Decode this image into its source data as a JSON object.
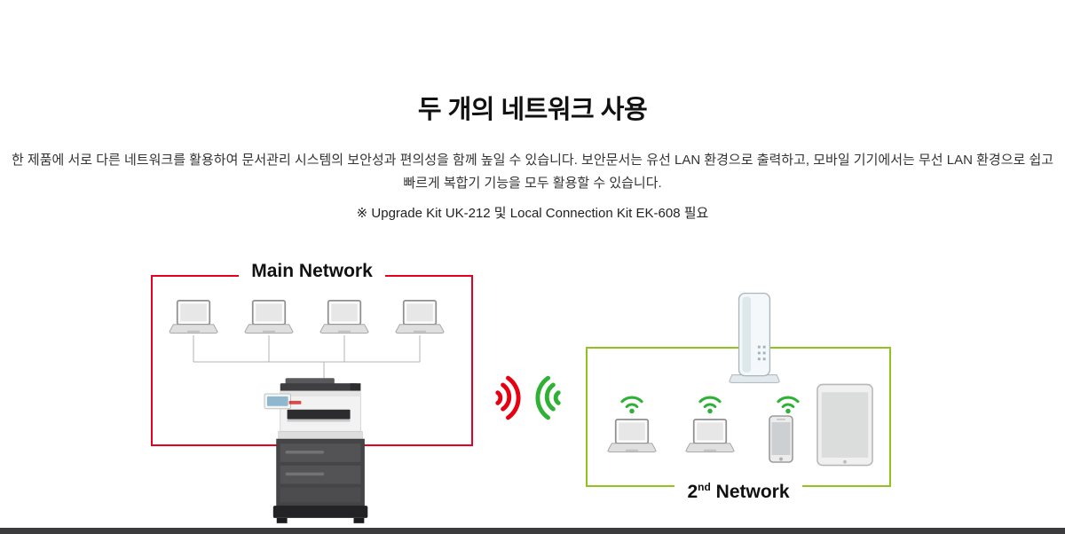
{
  "page": {
    "title": "두 개의 네트워크 사용",
    "description": "한 제품에 서로 다른 네트워크를 활용하여 문서관리 시스템의 보안성과 편의성을 함께 높일 수 있습니다. 보안문서는 유선 LAN 환경으로 출력하고, 모바일 기기에서는 무선 LAN 환경으로 쉽고 빠르게 복합기 기능을 모두 활용할 수 있습니다.",
    "note": "※ Upgrade Kit UK-212 및 Local Connection Kit EK-608 필요"
  },
  "diagram": {
    "main_network": {
      "label": "Main Network",
      "border_color": "#e60021",
      "devices": [
        "laptop",
        "laptop",
        "laptop",
        "laptop"
      ],
      "connected_device": "multifunction-printer"
    },
    "second_network": {
      "label_number": "2",
      "label_ordinal": "nd",
      "label_text": " Network",
      "border_color": "#8fc31f",
      "devices": [
        "wireless-router",
        "laptop",
        "laptop",
        "smartphone",
        "tablet"
      ]
    },
    "wireless_link": {
      "red_waves_color": "#e60012",
      "green_waves_color": "#2eb135"
    }
  }
}
